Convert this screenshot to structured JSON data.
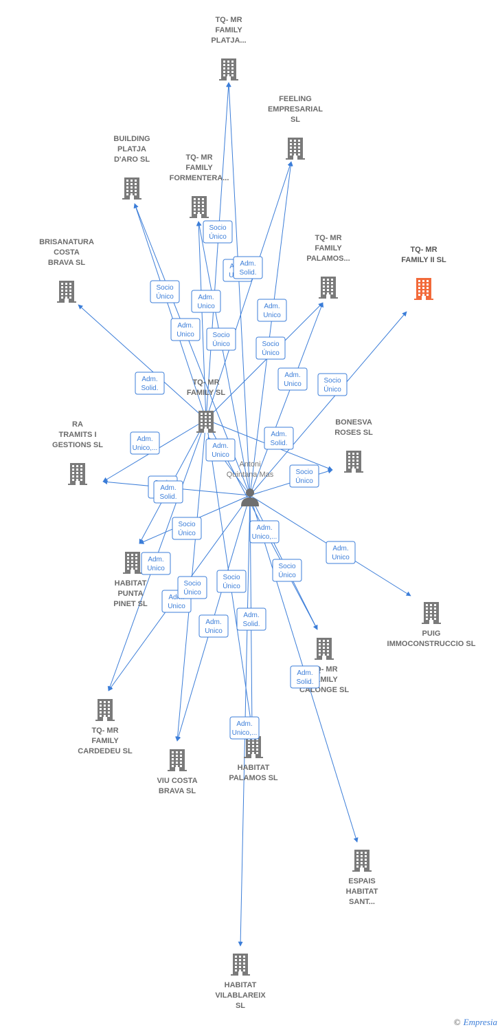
{
  "colors": {
    "edge": "#3b7dd8",
    "company": "#7a7a7a",
    "highlight": "#f26a3a",
    "person": "#6f6f6f"
  },
  "nodes": [
    {
      "id": "platja",
      "type": "company",
      "label": [
        "TQ- MR",
        "FAMILY",
        "PLATJA..."
      ]
    },
    {
      "id": "feeling",
      "type": "company",
      "label": [
        "FEELING",
        "EMPRESARIAL",
        "SL"
      ]
    },
    {
      "id": "building",
      "type": "company",
      "label": [
        "BUILDING",
        "PLATJA",
        "D'ARO SL"
      ]
    },
    {
      "id": "formentera",
      "type": "company",
      "label": [
        "TQ- MR",
        "FAMILY",
        "FORMENTERA..."
      ]
    },
    {
      "id": "brisanatura",
      "type": "company",
      "label": [
        "BRISANATURA",
        "COSTA",
        "BRAVA SL"
      ]
    },
    {
      "id": "palamos_tq",
      "type": "company",
      "label": [
        "TQ- MR",
        "FAMILY",
        "PALAMOS..."
      ]
    },
    {
      "id": "family2",
      "type": "company",
      "highlight": true,
      "label": [
        "TQ- MR",
        "FAMILY II SL"
      ]
    },
    {
      "id": "familysl",
      "type": "company",
      "label": [
        "TQ- MR",
        "FAMILY SL"
      ]
    },
    {
      "id": "ra",
      "type": "company",
      "label": [
        "RA",
        "TRAMITS I",
        "GESTIONS SL"
      ]
    },
    {
      "id": "bonesva",
      "type": "company",
      "label": [
        "BONESVA",
        "ROSES SL"
      ]
    },
    {
      "id": "antoni",
      "type": "person",
      "label": [
        "Antoni",
        "Quintana Mas"
      ]
    },
    {
      "id": "punta",
      "type": "company",
      "label": [
        "HABITAT",
        "PUNTA",
        "PINET SL"
      ]
    },
    {
      "id": "puig",
      "type": "company",
      "label": [
        "PUIG",
        "IMMOCONSTRUCCIO SL"
      ]
    },
    {
      "id": "calonge",
      "type": "company",
      "label": [
        "TQ- MR",
        "FAMILY",
        "CALONGE SL"
      ]
    },
    {
      "id": "cardedeu",
      "type": "company",
      "label": [
        "TQ- MR",
        "FAMILY",
        "CARDEDEU SL"
      ]
    },
    {
      "id": "viu",
      "type": "company",
      "label": [
        "VIU COSTA",
        "BRAVA SL"
      ]
    },
    {
      "id": "hpalamos",
      "type": "company",
      "label": [
        "HABITAT",
        "PALAMOS SL"
      ]
    },
    {
      "id": "espais",
      "type": "company",
      "label": [
        "ESPAIS",
        "HABITAT",
        "SANT..."
      ]
    },
    {
      "id": "vilablareix",
      "type": "company",
      "label": [
        "HABITAT",
        "VILABLAREIX",
        "SL"
      ]
    }
  ],
  "edges": [
    {
      "from": "antoni",
      "to": "platja",
      "label": [
        "Adm.",
        "Unico"
      ]
    },
    {
      "from": "familysl",
      "to": "platja",
      "label": [
        "Socio",
        "Único"
      ]
    },
    {
      "from": "antoni",
      "to": "feeling",
      "label": [
        "Adm.",
        "Unico"
      ]
    },
    {
      "from": "familysl",
      "to": "feeling",
      "label": [
        "Socio",
        "Único"
      ]
    },
    {
      "from": "antoni",
      "to": "building",
      "label": [
        "Adm.",
        "Unico"
      ]
    },
    {
      "from": "familysl",
      "to": "building",
      "label": [
        "Socio",
        "Único"
      ]
    },
    {
      "from": "antoni",
      "to": "formentera",
      "label": [
        "Adm.",
        "Unico"
      ]
    },
    {
      "from": "familysl",
      "to": "formentera",
      "label": [
        "Socio",
        "Único"
      ]
    },
    {
      "from": "familysl",
      "to": "brisanatura",
      "label": [
        "Adm.",
        "Solid."
      ]
    },
    {
      "from": "antoni",
      "to": "palamos_tq",
      "label": [
        "Adm.",
        "Unico"
      ]
    },
    {
      "from": "familysl",
      "to": "palamos_tq",
      "label": [
        "Socio",
        "Único"
      ]
    },
    {
      "from": "antoni",
      "to": "family2",
      "label": [
        "Adm.",
        "Unico,..."
      ]
    },
    {
      "from": "familysl",
      "to": "ra",
      "label": [
        "Socio",
        "Único"
      ]
    },
    {
      "from": "antoni",
      "to": "ra",
      "label": [
        "Adm.",
        "Solid."
      ]
    },
    {
      "from": "familysl",
      "to": "bonesva",
      "label": [
        "Socio",
        "Único"
      ]
    },
    {
      "from": "antoni",
      "to": "bonesva",
      "label": [
        "Adm.",
        "Unico"
      ]
    },
    {
      "from": "antoni",
      "to": "familysl",
      "label": [
        "Adm.",
        "Unico"
      ]
    },
    {
      "from": "familysl",
      "to": "punta",
      "label": [
        "Socio",
        "Único"
      ]
    },
    {
      "from": "antoni",
      "to": "punta",
      "label": [
        "Adm.",
        "Unico"
      ]
    },
    {
      "from": "antoni",
      "to": "puig",
      "label": [
        "Adm.",
        "Unico,..."
      ]
    },
    {
      "from": "familysl",
      "to": "calonge",
      "label": [
        "Socio",
        "Único"
      ]
    },
    {
      "from": "antoni",
      "to": "calonge",
      "label": [
        "Adm.",
        "Unico"
      ]
    },
    {
      "from": "familysl",
      "to": "cardedeu",
      "label": [
        "Socio",
        "Único"
      ]
    },
    {
      "from": "antoni",
      "to": "cardedeu",
      "label": [
        "Adm.",
        "Unico"
      ]
    },
    {
      "from": "familysl",
      "to": "viu",
      "label": [
        "Socio",
        "Único"
      ]
    },
    {
      "from": "antoni",
      "to": "viu",
      "label": [
        "Adm.",
        "Solid."
      ]
    },
    {
      "from": "antoni",
      "to": "hpalamos",
      "label": [
        "Adm.",
        "Unico,..."
      ]
    },
    {
      "from": "familysl",
      "to": "hpalamos",
      "label": [
        "Adm.",
        "Solid."
      ]
    },
    {
      "from": "antoni",
      "to": "espais",
      "label": [
        "Adm.",
        "Solid."
      ]
    },
    {
      "from": "antoni",
      "to": "vilablareix",
      "label": [
        "Adm.",
        "Solid."
      ]
    }
  ],
  "footer": {
    "symbol": "©",
    "brand": "Empresia"
  }
}
